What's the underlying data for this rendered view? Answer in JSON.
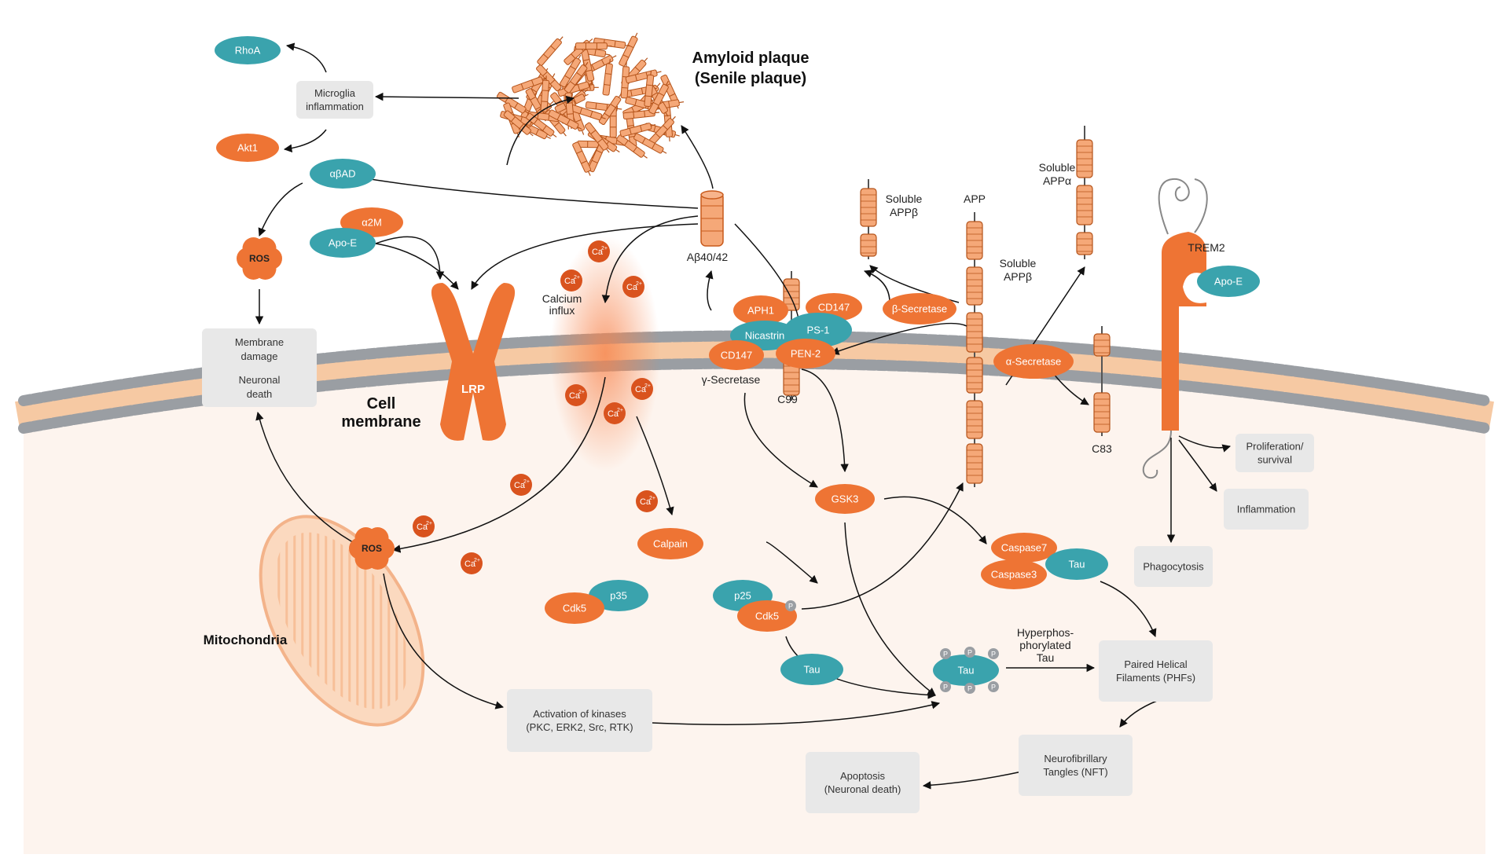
{
  "labels": {
    "amyloid_plaque": [
      "Amyloid plaque",
      "(Senile plaque)"
    ],
    "cell_membrane": [
      "Cell",
      "membrane"
    ],
    "mitochondria": "Mitochondria",
    "abeta": "Aβ40/42",
    "calcium_influx": [
      "Calcium",
      "influx"
    ],
    "gamma_secretase": "γ-Secretase",
    "c99": "C99",
    "c83": "C83",
    "app": "APP",
    "soluble_appb_left": [
      "Soluble",
      "APPβ"
    ],
    "soluble_appb_right": [
      "Soluble",
      "APPβ"
    ],
    "soluble_appa": [
      "Soluble",
      "APPα"
    ],
    "trem2": "TREM2",
    "hyperphos": [
      "Hyperphos-",
      "phorylated",
      "Tau"
    ],
    "ca": "Ca",
    "ca_sup": "2+",
    "p": "P"
  },
  "nodes": {
    "rhoa": "RhoA",
    "akt1": "Akt1",
    "abad": "αβAD",
    "a2m": "α2M",
    "apoe_left": "Apo-E",
    "ros_top": "ROS",
    "ros_mito": "ROS",
    "lrp": "LRP",
    "aph1": "APH1",
    "cd147_top": "CD147",
    "nicastrin": "Nicastrin",
    "ps1": "PS-1",
    "pen2": "PEN-2",
    "cd147_bottom": "CD147",
    "beta_secretase": "β-Secretase",
    "alpha_secretase": "α-Secretase",
    "apoe_right": "Apo-E",
    "gsk3": "GSK3",
    "calpain": "Calpain",
    "cdk5_left": "Cdk5",
    "p35": "p35",
    "p25": "p25",
    "cdk5_right": "Cdk5",
    "tau_left": "Tau",
    "tau_center": "Tau",
    "caspase7": "Caspase7",
    "caspase3": "Caspase3",
    "tau_right": "Tau"
  },
  "boxes": {
    "microglia": [
      "Microglia",
      "inflammation"
    ],
    "membrane_damage": [
      "Membrane",
      "damage",
      "Neuronal",
      "death"
    ],
    "kinases": [
      "Activation of kinases",
      "(PKC, ERK2, Src, RTK)"
    ],
    "phfs": [
      "Paired Helical",
      "Filaments (PHFs)"
    ],
    "nft": [
      "Neurofibrillary",
      "Tangles (NFT)"
    ],
    "apoptosis": [
      "Apoptosis",
      "(Neuronal death)"
    ],
    "proliferation": [
      "Proliferation/",
      "survival"
    ],
    "inflammation": [
      "Inflammation"
    ],
    "phagocytosis": [
      "Phagocytosis"
    ]
  },
  "colors": {
    "orange": "#ee7434",
    "teal": "#3aa3ad",
    "box": "#e8e8e8",
    "membrane_head": "#9a9ea3",
    "membrane_tail": "#f6c9a3",
    "cell_bg": "#fdf4ee",
    "ca_dot": "#d9531e",
    "segment": "#f5a878"
  }
}
